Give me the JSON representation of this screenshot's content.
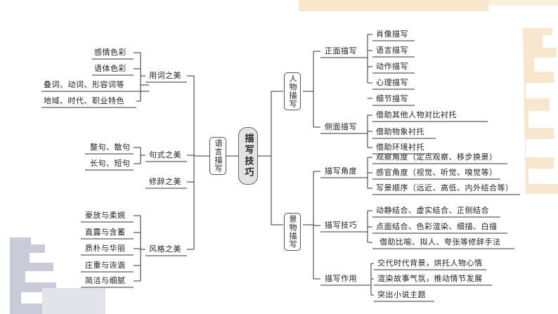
{
  "center": {
    "title": "描写技巧"
  },
  "left": {
    "root": "语言描写",
    "groups": [
      {
        "name": "用词之美",
        "items": [
          "感情色彩",
          "语体色彩",
          "叠词、动词、形容词等",
          "地域、时代、职业特色"
        ]
      },
      {
        "name": "句式之美",
        "items": [
          "整句、散句",
          "长句、短句"
        ]
      },
      {
        "name": "修辞之美",
        "items": []
      },
      {
        "name": "风格之美",
        "items": [
          "豪放与柔婉",
          "直露与含蓄",
          "质朴与华丽",
          "庄重与诙谐",
          "简洁与细腻"
        ]
      }
    ]
  },
  "right": {
    "branches": [
      {
        "name": "人物描写",
        "groups": [
          {
            "name": "正面描写",
            "items": [
              "肖像描写",
              "语言描写",
              "动作描写",
              "心理描写",
              "细节描写"
            ]
          },
          {
            "name": "侧面描写",
            "items": [
              "借助其他人物对比衬托",
              "借助物象衬托",
              "借助环境衬托"
            ]
          }
        ]
      },
      {
        "name": "景物描写",
        "groups": [
          {
            "name": "描写角度",
            "items": [
              "观察角度（定点观察、移步换景）",
              "感官角度（视觉、听觉、嗅觉等）",
              "写景顺序（远近、高低、内外结合等）"
            ]
          },
          {
            "name": "描写技巧",
            "items": [
              "动静结合、虚实结合、正侧结合",
              "点面结合、色彩渲染、细描、白描",
              "借助比喻、拟人、夸张等修辞手法"
            ]
          },
          {
            "name": "描写作用",
            "items": [
              "交代时代背景，烘托人物心情",
              "渲染故事气氛，推动情节发展",
              "突出小说主题"
            ]
          }
        ]
      }
    ]
  },
  "colors": {
    "decor": "#f8e6cd",
    "decor_dark": "#c9ccd8",
    "line": "#333333",
    "center_fill": "#e3e3e3"
  }
}
